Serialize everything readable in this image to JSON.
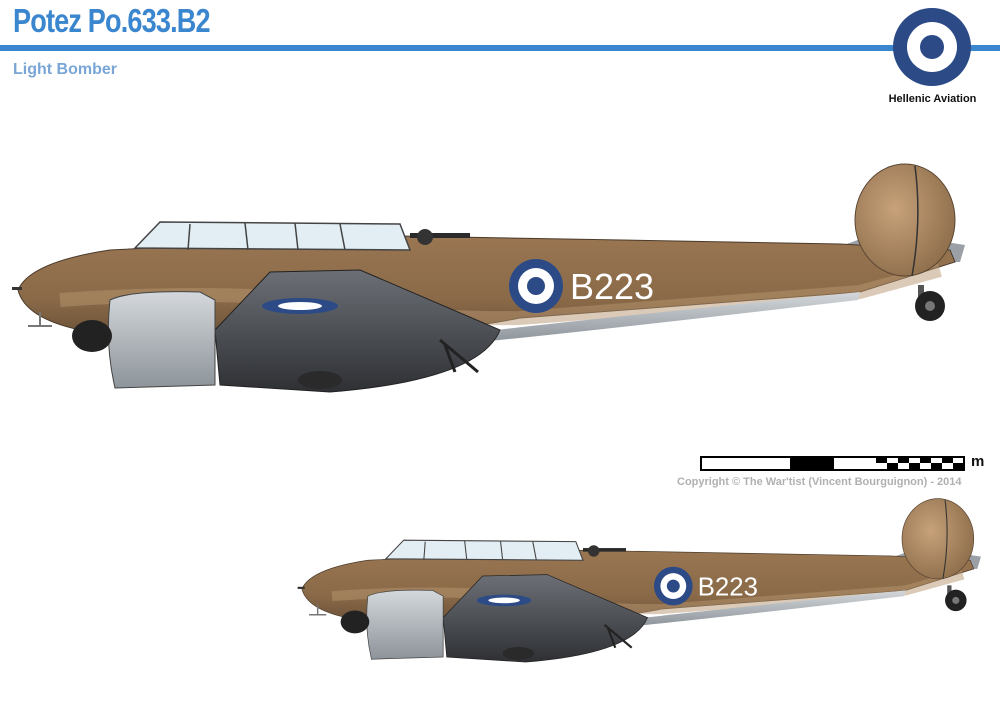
{
  "header": {
    "title": "Potez Po.633.B2",
    "subtitle": "Light Bomber",
    "nation_label": "Hellenic Aviation"
  },
  "aircraft": {
    "serial": "B223",
    "camouflage_colors": [
      "#8a6a48",
      "#b89570",
      "#6e7a5a"
    ],
    "underside_color": "#b8bec4",
    "roundel_colors": [
      "#2c4a86",
      "#ffffff"
    ]
  },
  "scale_bar": {
    "unit": "m"
  },
  "footer": {
    "copyright": "Copyright © The War'tist (Vincent Bourguignon) - 2014"
  }
}
